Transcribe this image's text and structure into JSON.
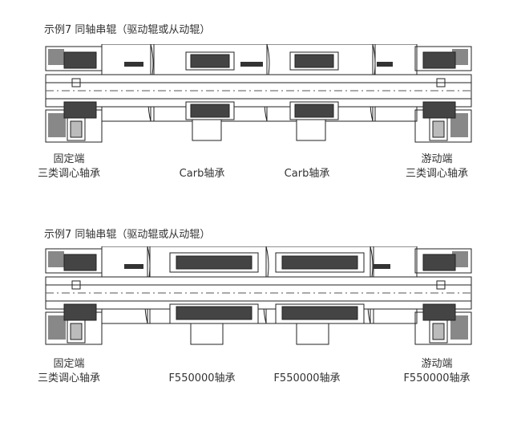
{
  "examples": [
    {
      "title": "示例7  同轴串辊（驱动辊或从动辊）",
      "bearings": [
        {
          "line1": "固定端",
          "line2": "三类调心轴承"
        },
        {
          "line1": "",
          "line2": "Carb轴承"
        },
        {
          "line1": "",
          "line2": "Carb轴承"
        },
        {
          "line1": "游动端",
          "line2": "三类调心轴承"
        }
      ]
    },
    {
      "title": "示例7  同轴串辊（驱动辊或从动辊）",
      "bearings": [
        {
          "line1": "固定端",
          "line2": "三类调心轴承"
        },
        {
          "line1": "",
          "line2": "F550000轴承"
        },
        {
          "line1": "",
          "line2": "F550000轴承"
        },
        {
          "line1": "游动端",
          "line2": "F550000轴承"
        }
      ]
    }
  ]
}
